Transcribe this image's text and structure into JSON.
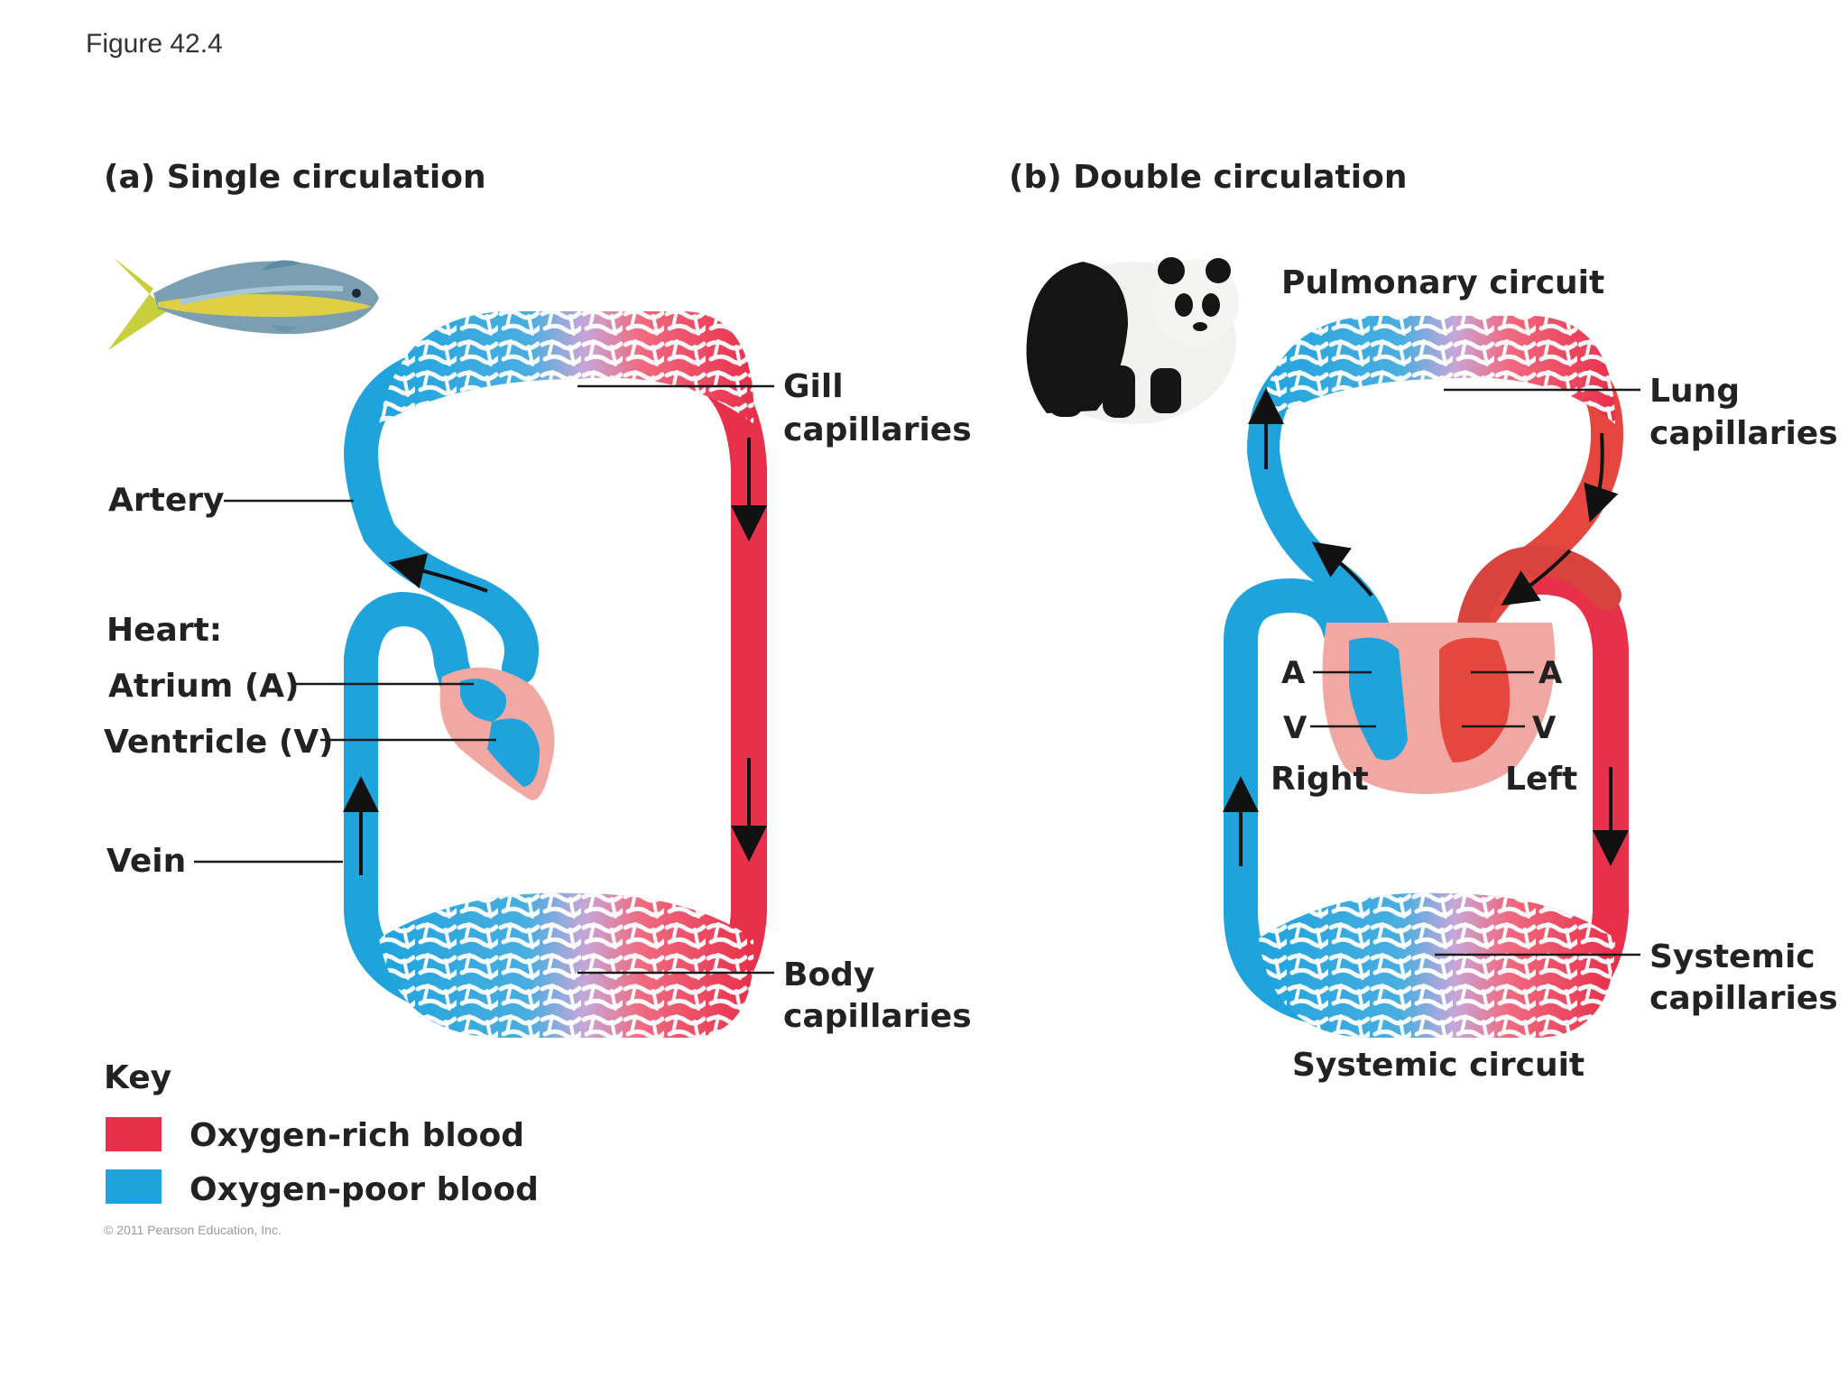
{
  "figure_label": "Figure 42.4",
  "colors": {
    "oxygen_rich": "#e8304a",
    "oxygen_poor": "#1fa3dd",
    "heart_tissue": "#f2a8a2"
  },
  "panel_a": {
    "title": "(a) Single circulation",
    "gill_label_1": "Gill",
    "gill_label_2": "capillaries",
    "artery": "Artery",
    "heart": "Heart:",
    "atrium": "Atrium (A)",
    "ventricle": "Ventricle (V)",
    "vein": "Vein",
    "body_label_1": "Body",
    "body_label_2": "capillaries",
    "animal_icon": "fish-icon"
  },
  "panel_b": {
    "title": "(b) Double circulation",
    "pulmonary": "Pulmonary circuit",
    "lung_label_1": "Lung",
    "lung_label_2": "capillaries",
    "a_left": "A",
    "v_left": "V",
    "a_right": "A",
    "v_right": "V",
    "right": "Right",
    "left": "Left",
    "systemic_label_1": "Systemic",
    "systemic_label_2": "capillaries",
    "systemic": "Systemic circuit",
    "animal_icon": "panda-icon"
  },
  "key": {
    "title": "Key",
    "rich": "Oxygen-rich blood",
    "poor": "Oxygen-poor blood"
  },
  "copyright": "© 2011 Pearson Education, Inc."
}
